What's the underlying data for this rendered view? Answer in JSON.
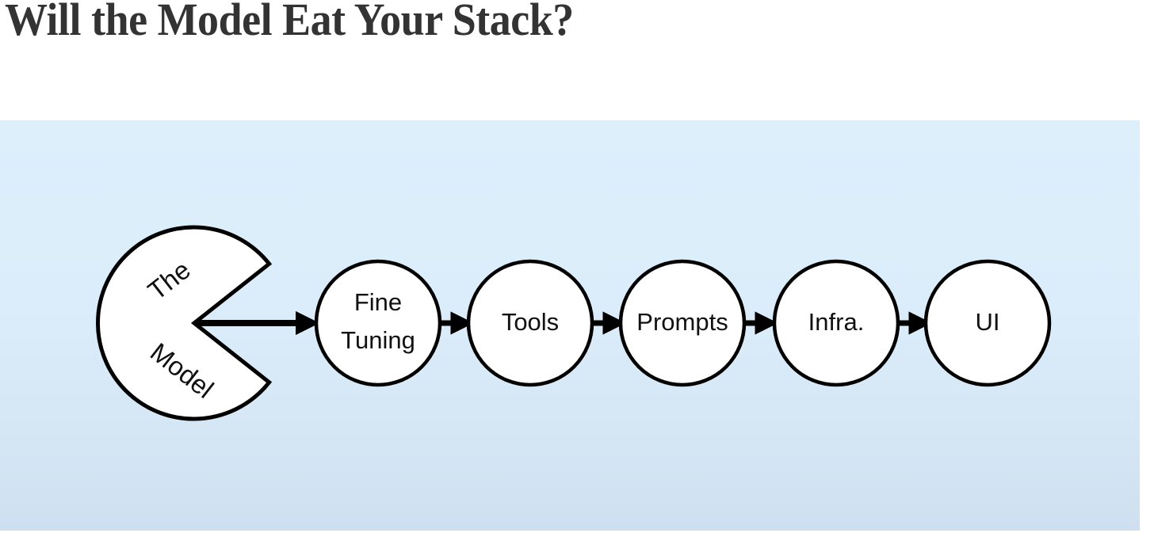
{
  "slide": {
    "title": "Will the Model Eat Your Stack?",
    "background_top_color": "#DCEFFB",
    "background_bottom_color": "#CEE0EF",
    "title_color": "#333333",
    "shape_fill_color": "#FFFFFF",
    "shape_stroke_color": "#000000"
  },
  "diagram": {
    "type": "flow",
    "eater": {
      "label_line1": "The",
      "label_line2": "Model",
      "shape": "pacman"
    },
    "nodes": [
      {
        "id": "fine-tuning",
        "label_line1": "Fine",
        "label_line2": "Tuning",
        "shape": "circle"
      },
      {
        "id": "tools",
        "label_line1": "Tools",
        "label_line2": "",
        "shape": "circle"
      },
      {
        "id": "prompts",
        "label_line1": "Prompts",
        "label_line2": "",
        "shape": "circle"
      },
      {
        "id": "infra",
        "label_line1": "Infra.",
        "label_line2": "",
        "shape": "circle"
      },
      {
        "id": "ui",
        "label_line1": "UI",
        "label_line2": "",
        "shape": "circle"
      }
    ],
    "arrows": [
      {
        "from": "the-model",
        "to": "fine-tuning",
        "style": "long"
      },
      {
        "from": "fine-tuning",
        "to": "tools",
        "style": "short"
      },
      {
        "from": "tools",
        "to": "prompts",
        "style": "short"
      },
      {
        "from": "prompts",
        "to": "infra",
        "style": "short"
      },
      {
        "from": "infra",
        "to": "ui",
        "style": "short"
      }
    ]
  }
}
